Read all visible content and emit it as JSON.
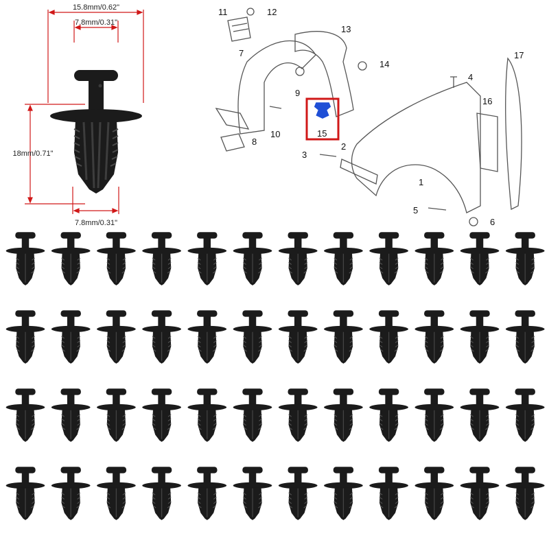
{
  "dimensions": {
    "cap_diameter": "15.8mm/0.62\"",
    "stem_top_diameter": "7.8mm/0.31\"",
    "length": "18mm/0.71\"",
    "stem_bottom_diameter": "7.8mm/0.31\""
  },
  "callouts": [
    "1",
    "2",
    "3",
    "4",
    "5",
    "6",
    "7",
    "8",
    "9",
    "10",
    "11",
    "12",
    "13",
    "14",
    "15",
    "16",
    "17"
  ],
  "highlighted_callout": "15",
  "colors": {
    "dimension_line": "#d01818",
    "highlight_box": "#d01818",
    "highlighted_part": "#1f4fd6",
    "clip": "#1b1b1b",
    "line_art": "#555555"
  },
  "grid": {
    "rows": 4,
    "cols": 12
  }
}
